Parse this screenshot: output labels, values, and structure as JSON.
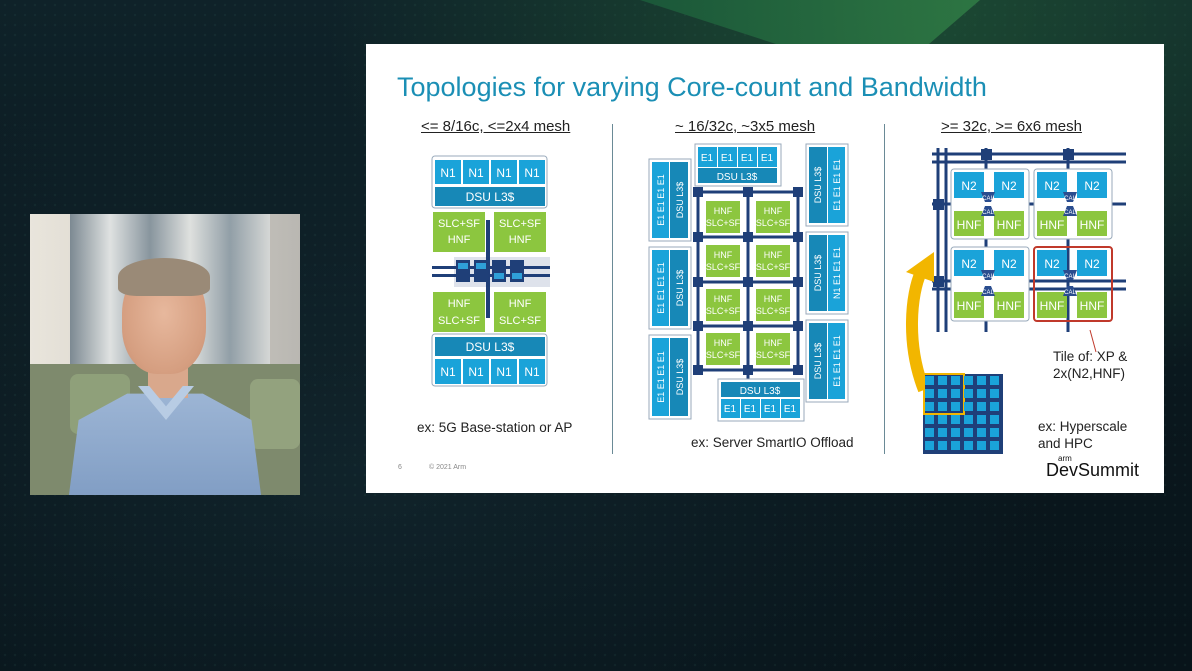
{
  "slide": {
    "title": "Topologies for varying Core-count and Bandwidth",
    "columns": [
      {
        "heading": "<= 8/16c, <=2x4 mesh",
        "caption": "ex: 5G Base-station or AP"
      },
      {
        "heading": "~ 16/32c, ~3x5 mesh",
        "caption": "ex: Server SmartIO Offload"
      },
      {
        "heading": ">= 32c, >= 6x6 mesh",
        "caption_line1": "ex: Hyperscale",
        "caption_line2": "and HPC",
        "tile_note_line1": "Tile of: XP &",
        "tile_note_line2": "2x(N2,HNF)"
      }
    ],
    "page_number": "6",
    "copyright": "© 2021 Arm",
    "brand_small": "arm",
    "brand": "DevSummit"
  },
  "diagram_labels": {
    "n1": "N1",
    "e1": "E1",
    "n2": "N2",
    "dsu_l3": "DSU L3$",
    "slc_sf": "SLC+SF",
    "hnf": "HNF",
    "cal": "CAL"
  },
  "colors": {
    "accent_blue": "#1b8fb5",
    "cpu_blue": "#1aa3d9",
    "hnf_green": "#8cc63f",
    "mesh_navy": "#1f3f78",
    "highlight_red": "#c0392b",
    "arrow_yellow": "#f2b600"
  }
}
